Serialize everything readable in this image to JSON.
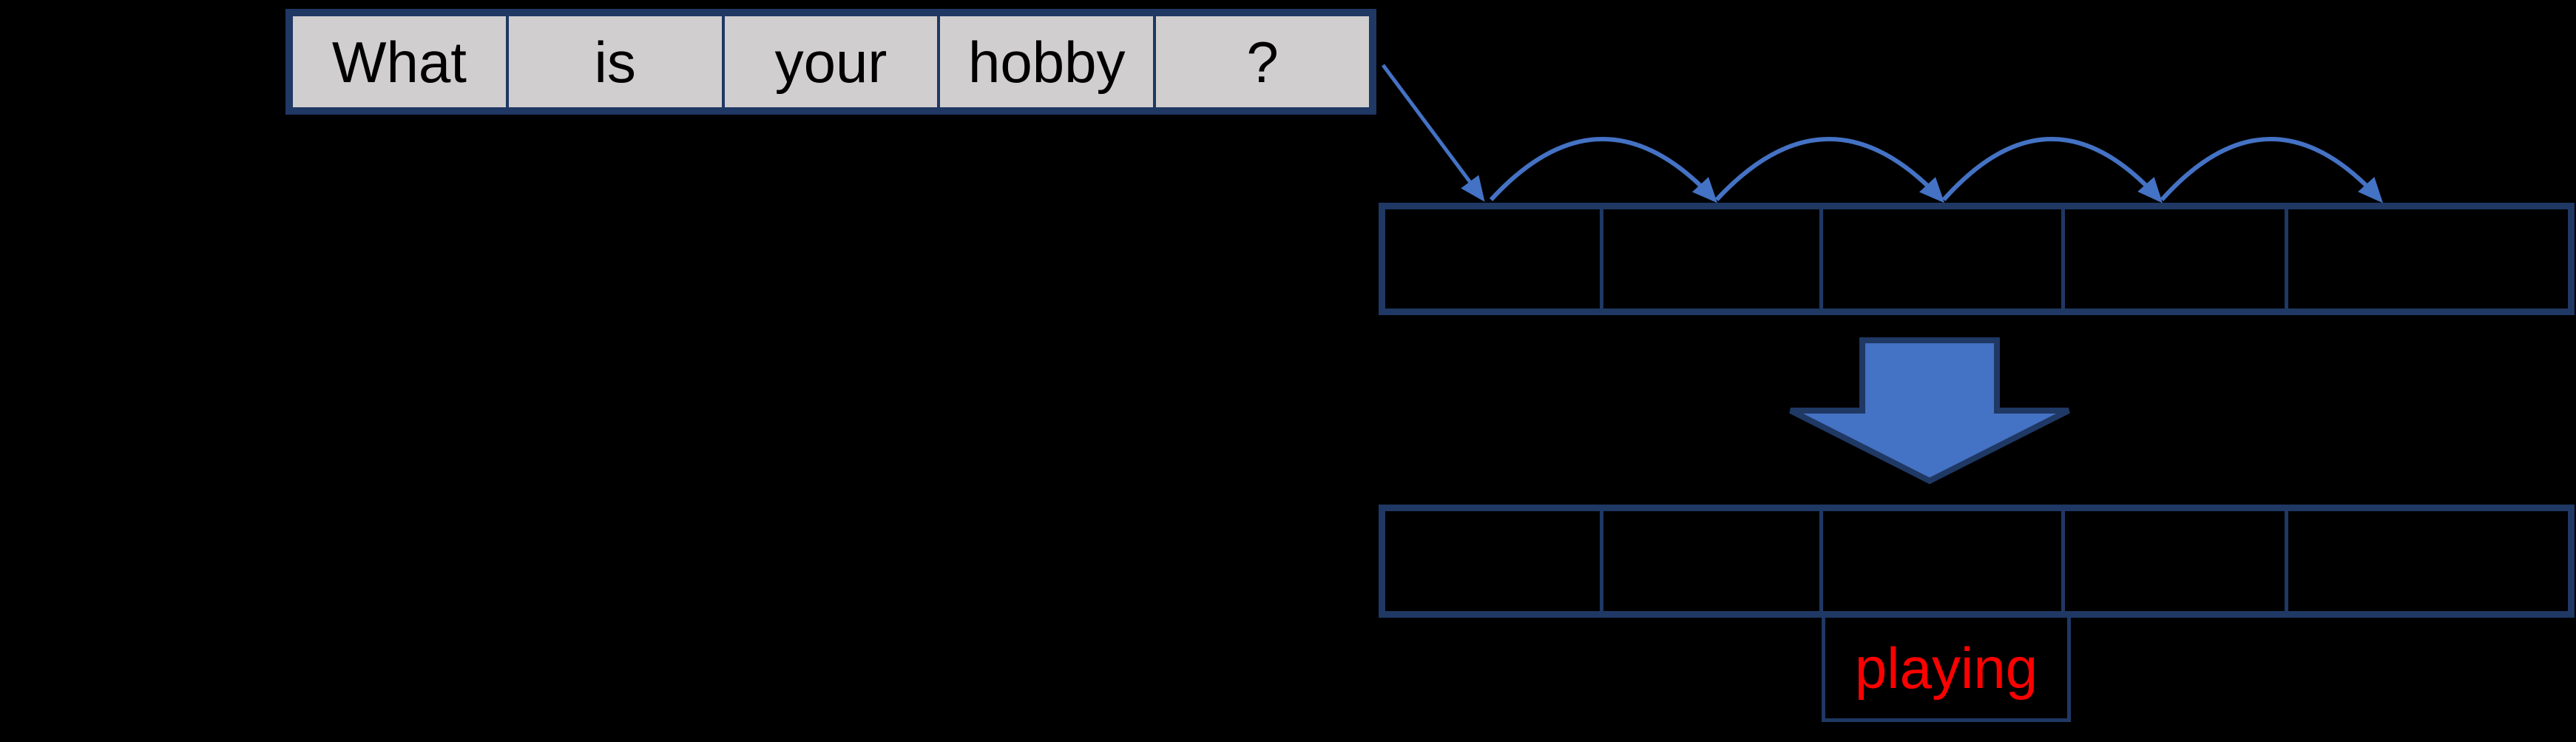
{
  "sentence": {
    "words": [
      "What",
      "is",
      "your",
      "hobby",
      "?"
    ]
  },
  "prediction": {
    "word": "playing"
  },
  "rows": {
    "top_row_cell_count": 5,
    "bottom_row_cell_count": 5
  },
  "icons": {
    "connector": "diagonal-arrow-icon",
    "hops": "arc-hop-arrow-icon",
    "transform": "block-down-arrow-icon"
  },
  "colors": {
    "background": "#000000",
    "navy": "#1f3864",
    "blue": "#4472c4",
    "gray": "#d0cece",
    "red": "#ff0000",
    "black_text": "#000000"
  }
}
